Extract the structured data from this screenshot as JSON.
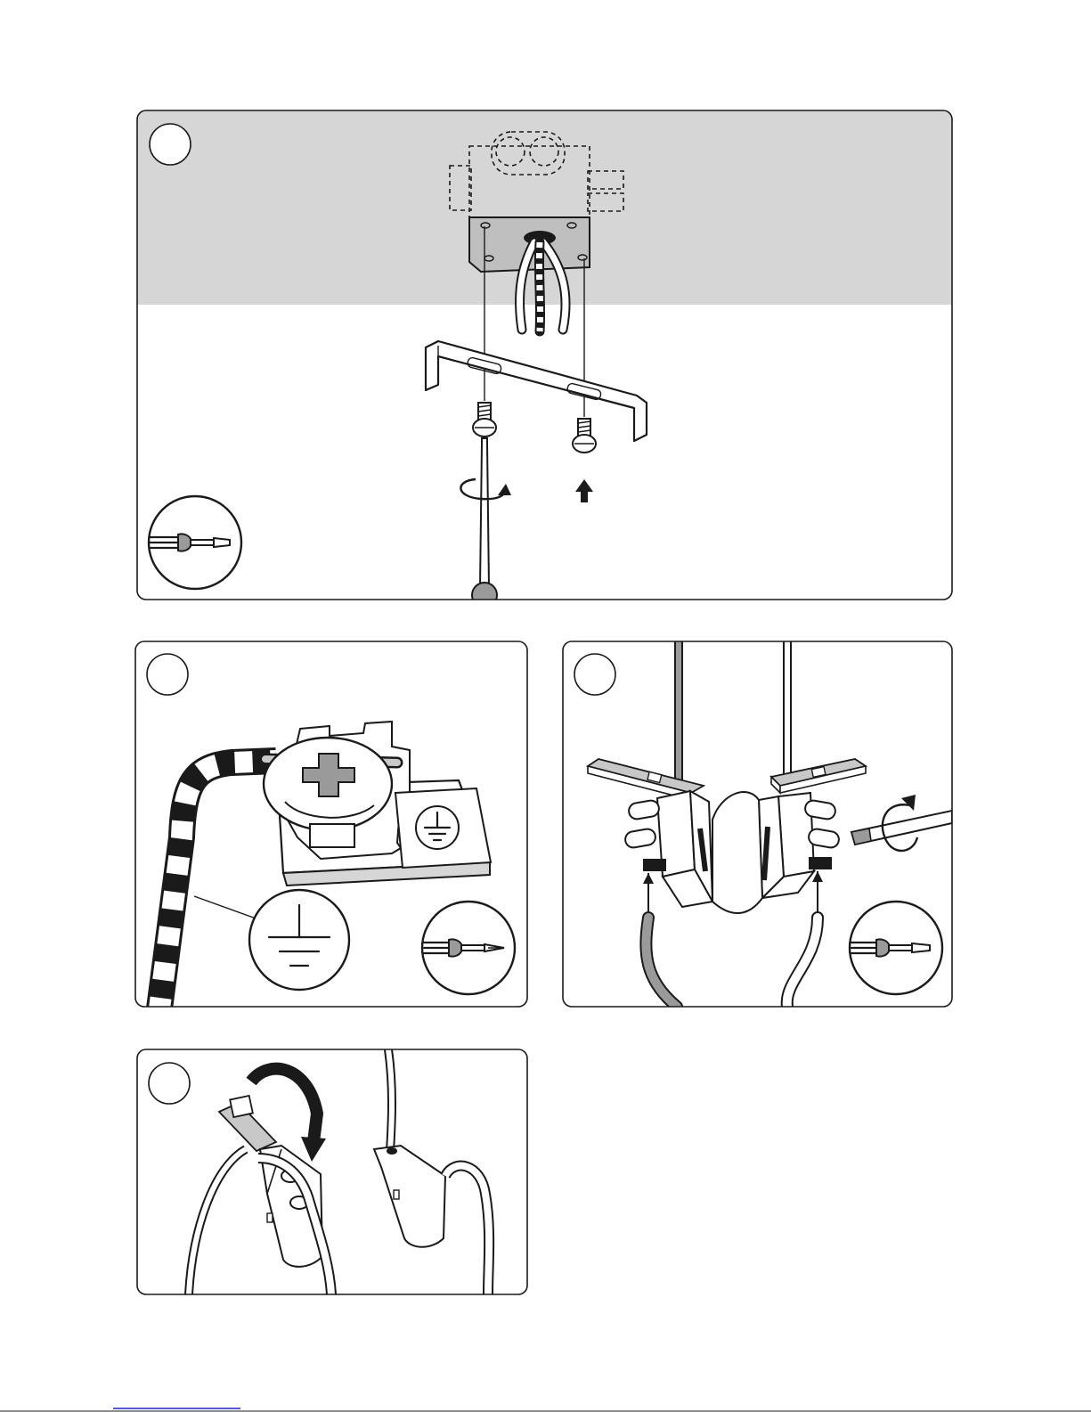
{
  "colors": {
    "ink": "#1a1a1a",
    "ceiling": "#d6d6d6",
    "part_grey": "#9a9a9a",
    "light_grey": "#c8c8c8",
    "panel_fill": "#ffffff",
    "footer_line": "#1c1cff"
  },
  "icons": {
    "panel1_tool": "flat-screwdriver-icon",
    "panel2_tool": "phillips-screwdriver-icon",
    "panel3_tool": "flat-screwdriver-icon",
    "earth": "earth-ground-icon"
  },
  "panels": [
    {
      "id": "panel-1",
      "step_label": ""
    },
    {
      "id": "panel-2",
      "step_label": ""
    },
    {
      "id": "panel-3",
      "step_label": ""
    },
    {
      "id": "panel-4",
      "step_label": ""
    }
  ]
}
